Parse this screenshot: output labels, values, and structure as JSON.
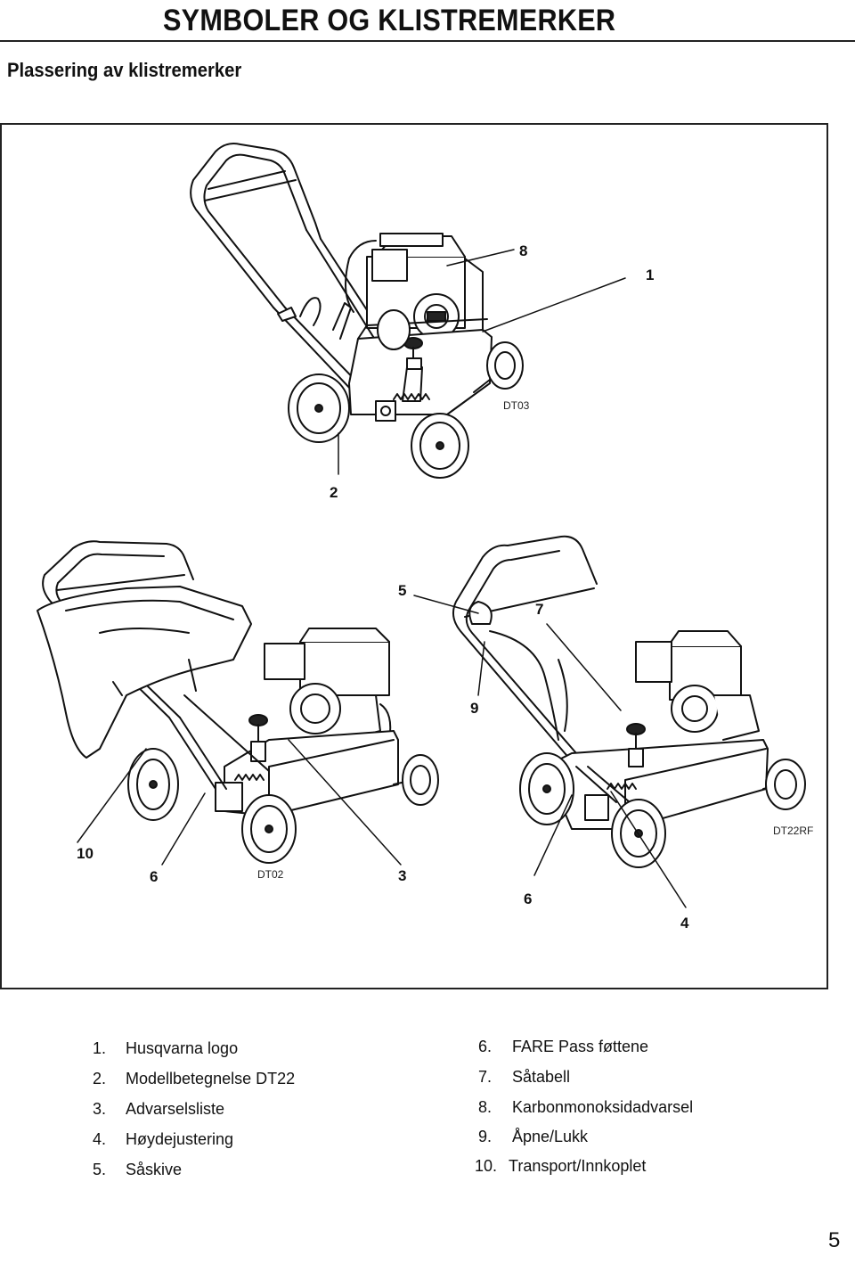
{
  "header": {
    "title": "SYMBOLER OG KLISTREMERKER",
    "subtitle": "Plassering av klistremerker"
  },
  "figure": {
    "callouts": [
      "8",
      "1",
      "2",
      "5",
      "7",
      "9",
      "10",
      "6",
      "3",
      "6",
      "4"
    ],
    "model_labels": [
      "DT03",
      "DT02",
      "DT22RF"
    ]
  },
  "legend": {
    "left": [
      {
        "num": "1.",
        "text": "Husqvarna logo"
      },
      {
        "num": "2.",
        "text": "Modellbetegnelse DT22"
      },
      {
        "num": "3.",
        "text": "Advarselsliste"
      },
      {
        "num": "4.",
        "text": "Høydejustering"
      },
      {
        "num": "5.",
        "text": "Såskive"
      }
    ],
    "right": [
      {
        "num": "6.",
        "text": "FARE Pass føttene"
      },
      {
        "num": "7.",
        "text": "Såtabell"
      },
      {
        "num": "8.",
        "text": "Karbonmonoksidadvarsel"
      },
      {
        "num": "9.",
        "text": "Åpne/Lukk"
      },
      {
        "num": "10.",
        "text": "Transport/Innkoplet"
      }
    ]
  },
  "page_number": "5"
}
